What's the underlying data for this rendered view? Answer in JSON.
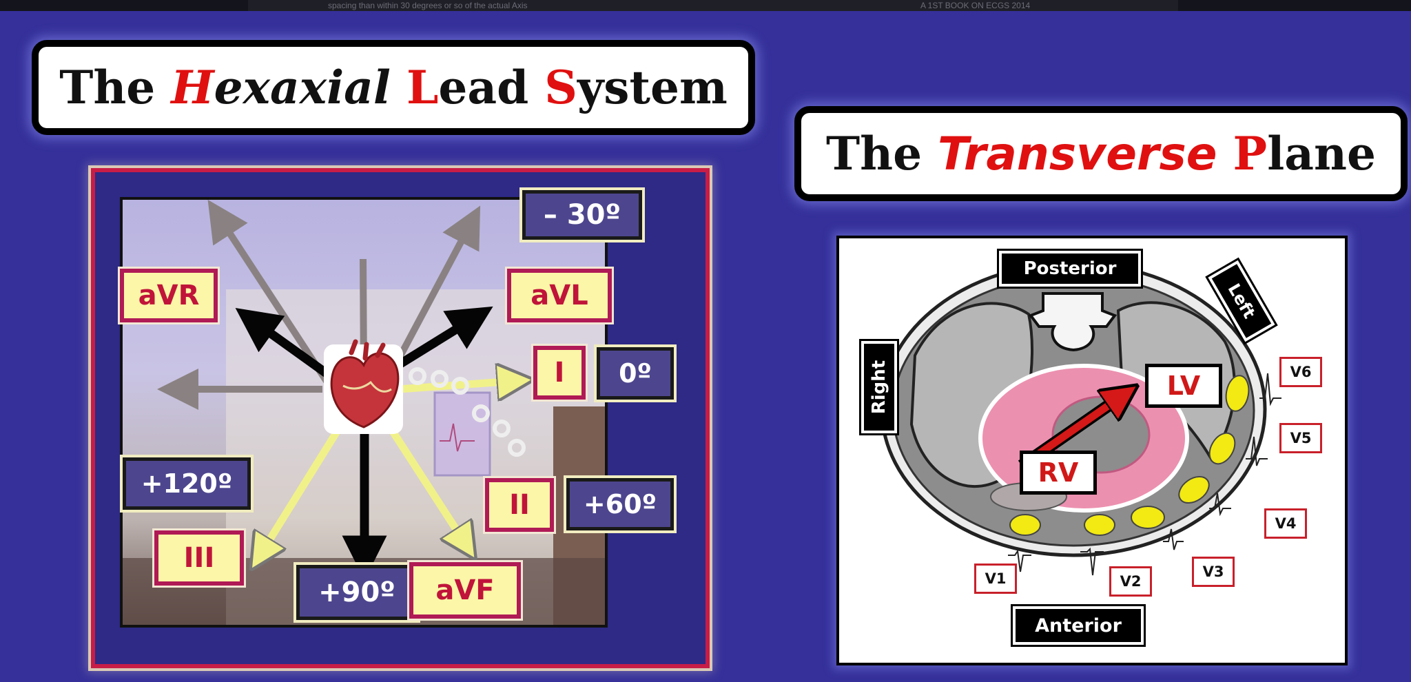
{
  "header_caption": {
    "left": "spacing than within 30 degrees or so of the actual Axis",
    "right": "A 1ST BOOK ON ECGS 2014"
  },
  "left_title": {
    "part1": "The ",
    "h_initial": "H",
    "h_rest": "exaxial ",
    "l_initial": "L",
    "l_rest": "ead ",
    "s_initial": "S",
    "s_rest": "ystem"
  },
  "right_title": {
    "part1": "The ",
    "t_word": "Transverse",
    "space": " ",
    "p_initial": "P",
    "p_rest": "lane"
  },
  "hexaxial": {
    "leads": {
      "avr": "aVR",
      "avl": "aVL",
      "i": "I",
      "ii": "II",
      "iii": "III",
      "avf": "aVF"
    },
    "angles": {
      "minus30": "– 30º",
      "zero": "0º",
      "plus60": "+60º",
      "plus90": "+90º",
      "plus120": "+120º"
    }
  },
  "transverse": {
    "orientation": {
      "posterior": "Posterior",
      "anterior": "Anterior",
      "right": "Right",
      "left": "Left"
    },
    "chambers": {
      "lv": "LV",
      "rv": "RV"
    },
    "precordial_leads": [
      "V1",
      "V2",
      "V3",
      "V4",
      "V5",
      "V6"
    ]
  },
  "colors": {
    "background": "#35309a",
    "accent_red": "#e01010",
    "lead_fill": "#fbf6a8",
    "lead_border": "#b01a55",
    "angle_fill": "#4d468e",
    "electrode": "#f2ea12"
  }
}
